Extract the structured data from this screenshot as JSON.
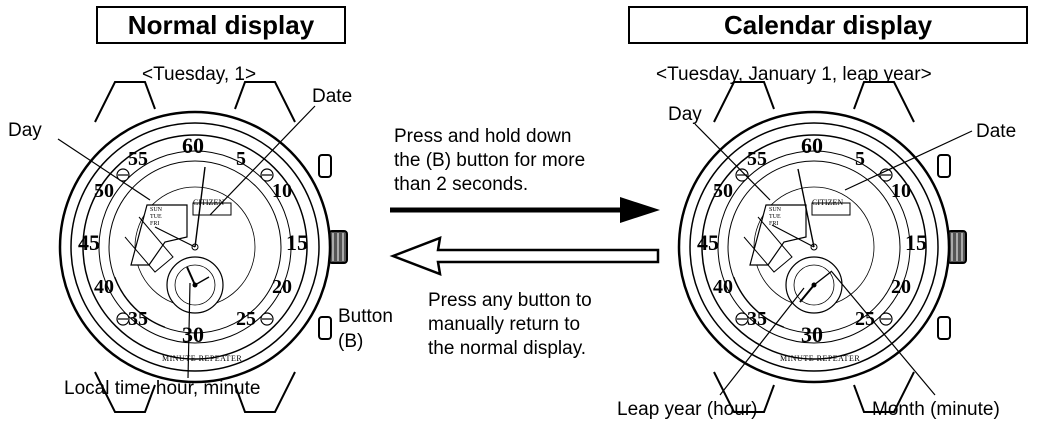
{
  "normal": {
    "title": "Normal display",
    "subtitle": "<Tuesday, 1>",
    "labels": {
      "day": "Day",
      "date": "Date",
      "button": "Button",
      "button_id": "(B)",
      "local_time": "Local time hour, minute"
    }
  },
  "calendar": {
    "title": "Calendar display",
    "subtitle": "<Tuesday, January 1, leap year>",
    "labels": {
      "day": "Day",
      "date": "Date",
      "leap_year": "Leap year (hour)",
      "month": "Month (minute)"
    }
  },
  "instructions": {
    "to_calendar": [
      "Press and hold down",
      "the (B) button for more",
      "than 2 seconds."
    ],
    "to_normal": [
      "Press any button to",
      "manually return to",
      "the normal display."
    ]
  },
  "dial": {
    "brand": "CITIZEN",
    "ring_text": "MINUTE REPEATER",
    "minute_numerals": [
      "60",
      "5",
      "10",
      "15",
      "20",
      "25",
      "30",
      "35",
      "40",
      "45",
      "50",
      "55"
    ],
    "day_names": [
      "SUN",
      "TUE",
      "FRI"
    ]
  }
}
